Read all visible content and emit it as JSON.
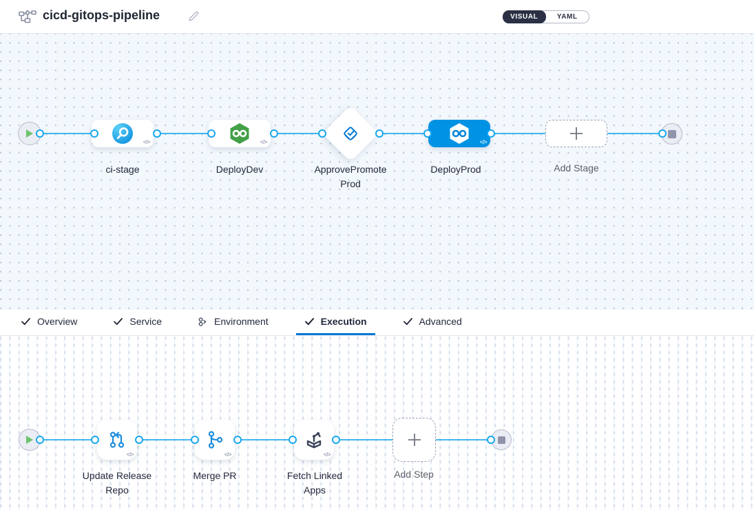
{
  "header": {
    "title": "cicd-gitops-pipeline",
    "mode_toggle": {
      "visual": "VISUAL",
      "yaml": "YAML"
    }
  },
  "stage_pipeline": {
    "stages": [
      {
        "name": "ci-stage",
        "icon": "ci-circle-icon",
        "shape": "rounded-rect",
        "selected": false
      },
      {
        "name": "DeployDev",
        "icon": "gitops-hexagon-icon",
        "shape": "rounded-rect",
        "selected": false
      },
      {
        "name": "ApprovePromoteProd",
        "icon": "approval-icon",
        "shape": "diamond",
        "selected": false
      },
      {
        "name": "DeployProd",
        "icon": "gitops-hexagon-icon",
        "shape": "rounded-rect",
        "selected": true
      }
    ],
    "add_stage_label": "Add Stage"
  },
  "tabs": [
    {
      "label": "Overview",
      "icon": "check-icon",
      "active": false
    },
    {
      "label": "Service",
      "icon": "check-icon",
      "active": false
    },
    {
      "label": "Environment",
      "icon": "environment-icon",
      "active": false
    },
    {
      "label": "Execution",
      "icon": "check-icon",
      "active": true
    },
    {
      "label": "Advanced",
      "icon": "check-icon",
      "active": false
    }
  ],
  "execution": {
    "steps": [
      {
        "name": "Update Release Repo",
        "icon": "update-release-repo-icon"
      },
      {
        "name": "Merge PR",
        "icon": "merge-pr-icon"
      },
      {
        "name": "Fetch Linked Apps",
        "icon": "fetch-linked-apps-icon"
      }
    ],
    "add_step_label": "Add Step"
  },
  "colors": {
    "accent": "#0278d5",
    "connector": "#41b6f2",
    "selected_stage": "#0092e4",
    "gitops_green": "#43a047",
    "toggle_dark": "#2b3044"
  }
}
